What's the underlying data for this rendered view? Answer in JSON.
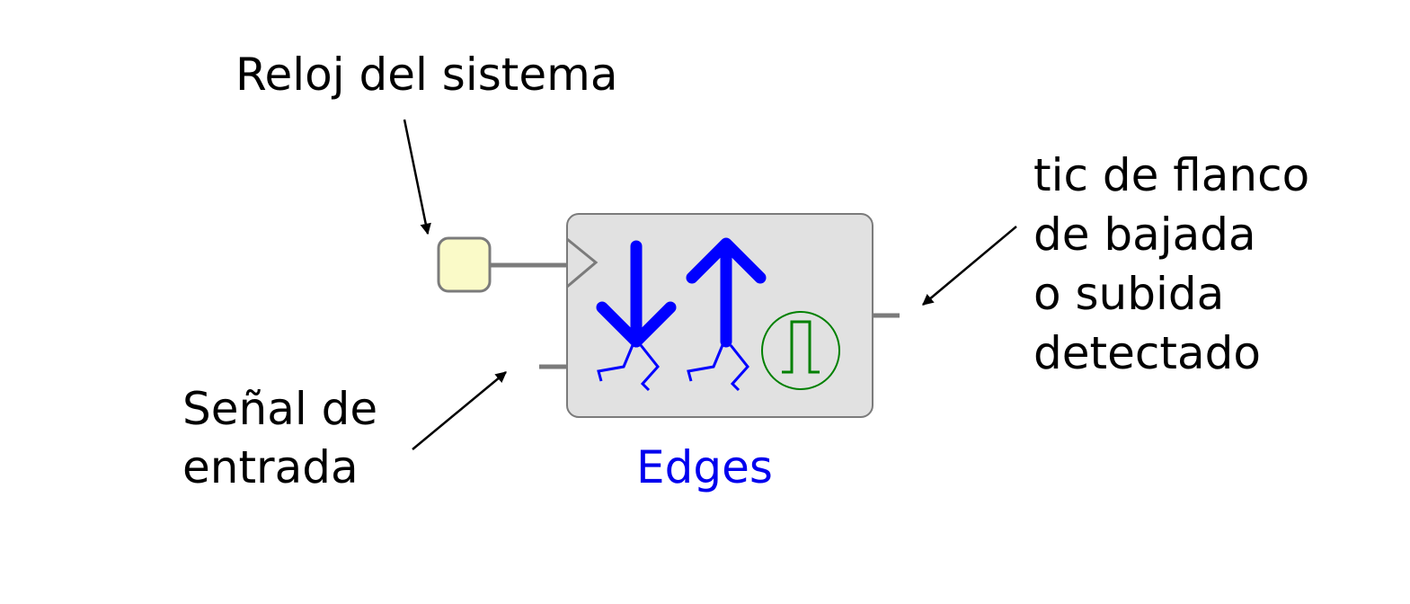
{
  "labels": {
    "clock": "Reloj del sistema",
    "input_line1": "Señal de",
    "input_line2": "entrada",
    "output_line1": "tic de flanco",
    "output_line2": "de bajada",
    "output_line3": "o subida",
    "output_line4": "detectado"
  },
  "block": {
    "name": "Edges"
  },
  "icons": {
    "clock_port": "clock-input-port",
    "falling_edge": "falling-edge-arrow-icon",
    "rising_edge": "rising-edge-arrow-icon",
    "pulse": "pulse-icon"
  },
  "colors": {
    "block_fill": "#e1e1e1",
    "block_stroke": "#7b7b7b",
    "clock_port_fill": "#fafac8",
    "arrow_blue": "#0000ff",
    "pulse_green": "#008000",
    "block_label": "#0000ee",
    "wire": "#7b7b7b",
    "annotation": "#000000"
  }
}
